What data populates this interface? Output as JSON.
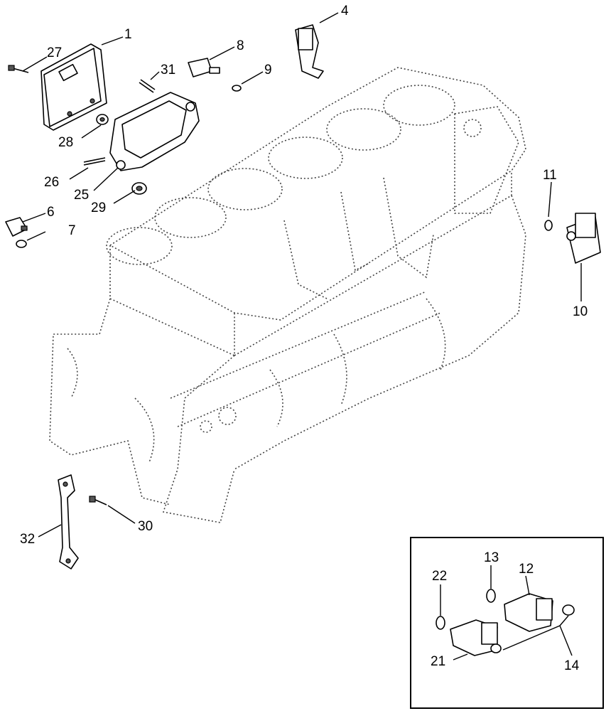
{
  "callouts": {
    "c1": "1",
    "c4": "4",
    "c6": "6",
    "c7": "7",
    "c8": "8",
    "c9": "9",
    "c10": "10",
    "c11": "11",
    "c12": "12",
    "c13": "13",
    "c14": "14",
    "c21": "21",
    "c22": "22",
    "c25": "25",
    "c26": "26",
    "c27": "27",
    "c28": "28",
    "c29": "29",
    "c30": "30",
    "c31": "31",
    "c32": "32"
  }
}
